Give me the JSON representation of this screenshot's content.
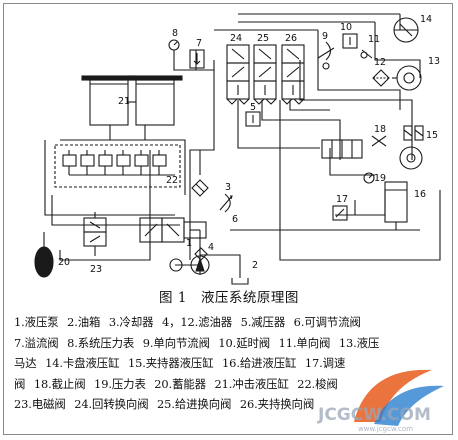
{
  "figure": {
    "number": "图 1",
    "title": "液压系统原理图"
  },
  "labels": [
    "1",
    "2",
    "3",
    "4",
    "5",
    "6",
    "7",
    "8",
    "9",
    "10",
    "11",
    "12",
    "13",
    "14",
    "15",
    "16",
    "17",
    "18",
    "19",
    "20",
    "21",
    "22",
    "23",
    "24",
    "25",
    "26"
  ],
  "legend_rows": [
    [
      "1.液压泵",
      "2.油箱",
      "3.冷却器",
      "4，12.滤油器",
      "5.减压器",
      "6.可调节流阀"
    ],
    [
      "7.溢流阀",
      "8.系统压力表",
      "9.单向节流阀",
      "10.延时阀",
      "11.单向阀",
      "13.液压"
    ],
    [
      "马达",
      "14.卡盘液压缸",
      "15.夹持器液压缸",
      "16.给进液压缸",
      "17.调速"
    ],
    [
      "阀",
      "18.截止阀",
      "19.压力表",
      "20.蓄能器",
      "21.冲击液压缸",
      "22.梭阀"
    ],
    [
      "23.电磁阀",
      "24.回转换向阀",
      "25.给进换向阀",
      "26.夹持换向阀"
    ]
  ],
  "watermark": {
    "text": "JCGCW.COM",
    "sub": "www.jcgcw.com"
  }
}
